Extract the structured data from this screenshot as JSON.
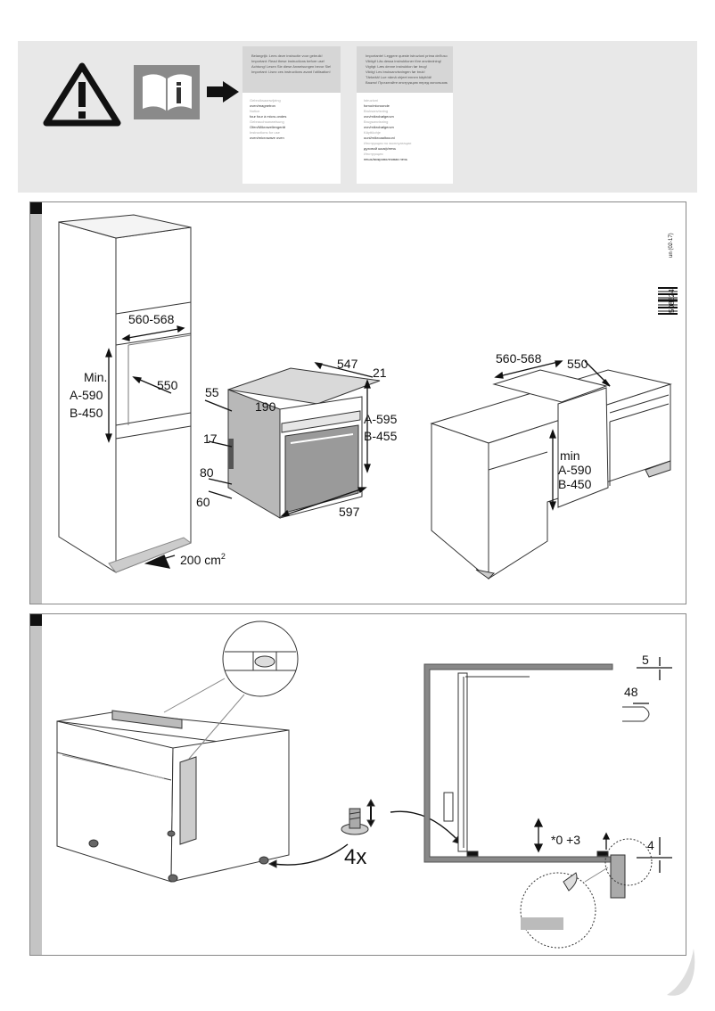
{
  "intro": {
    "booklet_left": {
      "header_lines": [
        "Belangrijk: Lees deze instructie voor gebruik!",
        "Important: Read these instructions before use!",
        "Achtung! Lesen Sie diese Anweisungen bevor Sie!",
        "Important: Lisez ces instructions avant l'utilisation!"
      ],
      "rows": [
        "Gebruiksaanwijzing",
        "oven/magnetron",
        "Notice",
        "four four à micro-ondes",
        "Gebrauchsanweisung",
        "Ofen/Mikrowellengerät",
        "Instructions for use",
        "oven/microwave oven"
      ]
    },
    "booklet_right": {
      "header_lines": [
        "Importante! Leggere queste istruzioni prima dell'uso!",
        "Viktigt! Läs dessa instruktioner före användning!",
        "Vigtigt: Læs denne instruktion før brug!",
        "Viktig! Les bruksanvisningen før bruk!",
        "Tärkeää! Lue nämä ohjeet ennen käyttöä!",
        "Важно! Прочитайте инструкцию перед использованием!"
      ],
      "rows": [
        "Istruzioni",
        "forno/microonde",
        "Bruksanvisning",
        "ovn/mikrobølgeovn",
        "Brugsanvisning",
        "ovn/mikrobølgeovn",
        "Käyttöohje",
        "uuni/mikroaaltouuni",
        "Инструкция по эксплуатации",
        "духовой шкаф/печь",
        "Инструкция",
        "пешь/микроволновая печь"
      ]
    }
  },
  "panel1": {
    "labels": {
      "cab_width": "560-568",
      "cab_min": "Min.",
      "cab_a": "A-590",
      "cab_b": "B-450",
      "cab_depth": "550",
      "oven_depth": "547",
      "oven_21": "21",
      "oven_55": "55",
      "oven_190": "190",
      "oven_a": "A-595",
      "oven_b": "B-455",
      "oven_17": "17",
      "oven_80": "80",
      "oven_60": "60",
      "oven_width": "597",
      "vent": "200 cm",
      "vent_sup": "2",
      "counter_width": "560-568",
      "counter_depth": "550",
      "counter_min": "min",
      "counter_a": "A-590",
      "counter_b": "B-450",
      "barcode_num": "508824",
      "barcode_code": "un (02-17)"
    }
  },
  "panel2": {
    "labels": {
      "count": "4x",
      "adjust": "*0 +3",
      "gap_top": "5",
      "gap_side": "48",
      "gap_bottom": "4"
    }
  }
}
